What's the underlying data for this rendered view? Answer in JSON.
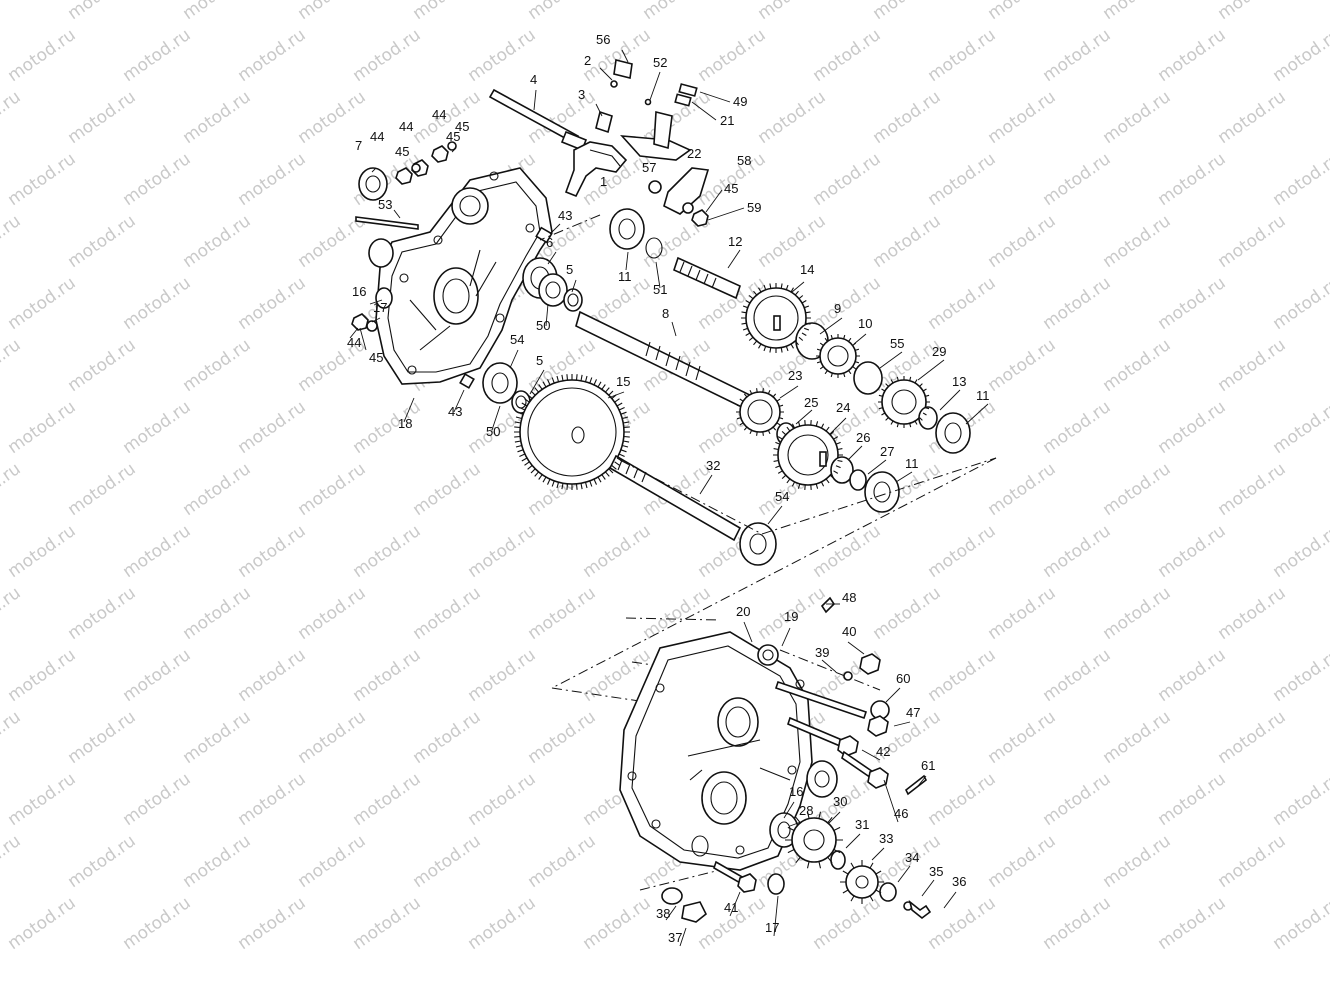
{
  "watermark": "motod.ru",
  "callouts": [
    {
      "id": "c56",
      "text": "56"
    },
    {
      "id": "c2",
      "text": "2"
    },
    {
      "id": "c52",
      "text": "52"
    },
    {
      "id": "c4",
      "text": "4"
    },
    {
      "id": "c3",
      "text": "3"
    },
    {
      "id": "c49",
      "text": "49"
    },
    {
      "id": "c21",
      "text": "21"
    },
    {
      "id": "c44a",
      "text": "44"
    },
    {
      "id": "c44b",
      "text": "44"
    },
    {
      "id": "c45a",
      "text": "45"
    },
    {
      "id": "c45b",
      "text": "45"
    },
    {
      "id": "c7",
      "text": "7"
    },
    {
      "id": "c44c",
      "text": "44"
    },
    {
      "id": "c45c",
      "text": "45"
    },
    {
      "id": "c22",
      "text": "22"
    },
    {
      "id": "c58",
      "text": "58"
    },
    {
      "id": "c57",
      "text": "57"
    },
    {
      "id": "c1",
      "text": "1"
    },
    {
      "id": "c53",
      "text": "53"
    },
    {
      "id": "c45d",
      "text": "45"
    },
    {
      "id": "c59",
      "text": "59"
    },
    {
      "id": "c43a",
      "text": "43"
    },
    {
      "id": "c12",
      "text": "12"
    },
    {
      "id": "c6",
      "text": "6"
    },
    {
      "id": "c16a",
      "text": "16"
    },
    {
      "id": "c5a",
      "text": "5"
    },
    {
      "id": "c11a",
      "text": "11"
    },
    {
      "id": "c51",
      "text": "51"
    },
    {
      "id": "c14",
      "text": "14"
    },
    {
      "id": "c17a",
      "text": "17"
    },
    {
      "id": "c50a",
      "text": "50"
    },
    {
      "id": "c8",
      "text": "8"
    },
    {
      "id": "c9",
      "text": "9"
    },
    {
      "id": "c10",
      "text": "10"
    },
    {
      "id": "c44d",
      "text": "44"
    },
    {
      "id": "c45e",
      "text": "45"
    },
    {
      "id": "c54a",
      "text": "54"
    },
    {
      "id": "c55",
      "text": "55"
    },
    {
      "id": "c29",
      "text": "29"
    },
    {
      "id": "c5b",
      "text": "5"
    },
    {
      "id": "c23",
      "text": "23"
    },
    {
      "id": "c15",
      "text": "15"
    },
    {
      "id": "c13",
      "text": "13"
    },
    {
      "id": "c11b",
      "text": "11"
    },
    {
      "id": "c18",
      "text": "18"
    },
    {
      "id": "c43b",
      "text": "43"
    },
    {
      "id": "c50b",
      "text": "50"
    },
    {
      "id": "c25",
      "text": "25"
    },
    {
      "id": "c24",
      "text": "24"
    },
    {
      "id": "c26",
      "text": "26"
    },
    {
      "id": "c27",
      "text": "27"
    },
    {
      "id": "c11c",
      "text": "11"
    },
    {
      "id": "c32",
      "text": "32"
    },
    {
      "id": "c54b",
      "text": "54"
    },
    {
      "id": "c48",
      "text": "48"
    },
    {
      "id": "c20",
      "text": "20"
    },
    {
      "id": "c19",
      "text": "19"
    },
    {
      "id": "c40",
      "text": "40"
    },
    {
      "id": "c39",
      "text": "39"
    },
    {
      "id": "c60",
      "text": "60"
    },
    {
      "id": "c47",
      "text": "47"
    },
    {
      "id": "c42",
      "text": "42"
    },
    {
      "id": "c61",
      "text": "61"
    },
    {
      "id": "c16b",
      "text": "16"
    },
    {
      "id": "c28",
      "text": "28"
    },
    {
      "id": "c30",
      "text": "30"
    },
    {
      "id": "c46",
      "text": "46"
    },
    {
      "id": "c31",
      "text": "31"
    },
    {
      "id": "c33",
      "text": "33"
    },
    {
      "id": "c34",
      "text": "34"
    },
    {
      "id": "c35",
      "text": "35"
    },
    {
      "id": "c36",
      "text": "36"
    },
    {
      "id": "c38",
      "text": "38"
    },
    {
      "id": "c41",
      "text": "41"
    },
    {
      "id": "c17b",
      "text": "17"
    },
    {
      "id": "c37",
      "text": "37"
    }
  ]
}
